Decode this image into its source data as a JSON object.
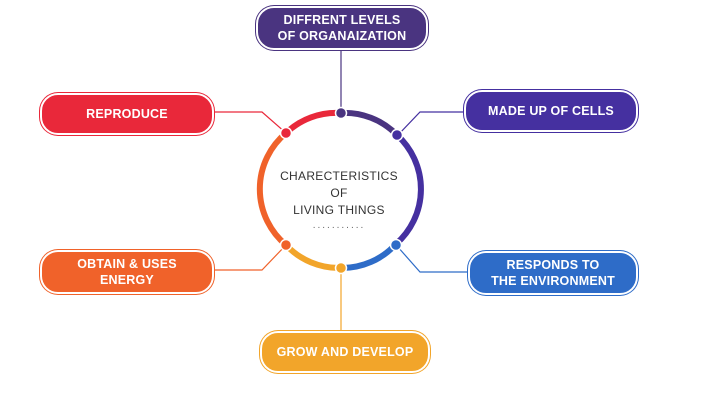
{
  "center": {
    "lines": [
      "CHARECTERISTICS",
      "OF",
      "LIVING THINGS"
    ],
    "dots": "..........."
  },
  "nodes": {
    "levels": {
      "lines": [
        "DIFFRENT LEVELS",
        "OF ORGANAIZATION"
      ],
      "color": "#4a3480"
    },
    "cells": {
      "lines": [
        "MADE UP OF CELLS"
      ],
      "color": "#4530a0"
    },
    "responds": {
      "lines": [
        "RESPONDS TO",
        "THE ENVIRONMENT"
      ],
      "color": "#2e6cc8"
    },
    "grow": {
      "lines": [
        "GROW AND DEVELOP"
      ],
      "color": "#f2a52a"
    },
    "energy": {
      "lines": [
        "OBTAIN & USES",
        "ENERGY"
      ],
      "color": "#f0622a"
    },
    "reproduce": {
      "lines": [
        "REPRODUCE"
      ],
      "color": "#e9283a"
    }
  }
}
